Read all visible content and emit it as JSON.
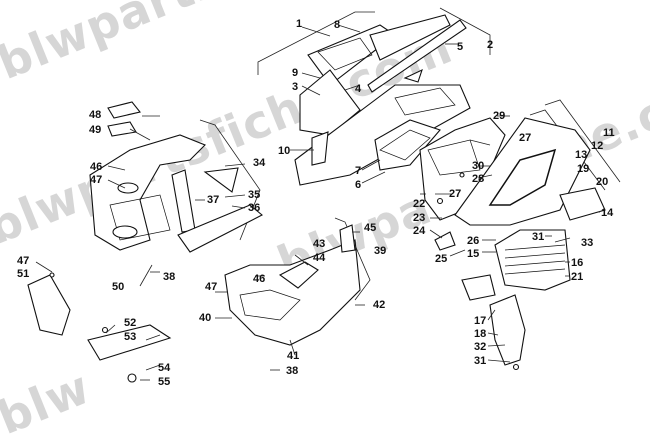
{
  "watermarks": [
    "blwpartsfiche.com",
    "blwpartsfiche.com",
    "blwpartsfiche.com",
    "blw"
  ],
  "callouts": [
    {
      "id": "1",
      "text": "1"
    },
    {
      "id": "2",
      "text": "2"
    },
    {
      "id": "3",
      "text": "3"
    },
    {
      "id": "4",
      "text": "4"
    },
    {
      "id": "5",
      "text": "5"
    },
    {
      "id": "6",
      "text": "6"
    },
    {
      "id": "7",
      "text": "7"
    },
    {
      "id": "8",
      "text": "8"
    },
    {
      "id": "9",
      "text": "9"
    },
    {
      "id": "10",
      "text": "10"
    },
    {
      "id": "11",
      "text": "11"
    },
    {
      "id": "12",
      "text": "12"
    },
    {
      "id": "13",
      "text": "13"
    },
    {
      "id": "14",
      "text": "14"
    },
    {
      "id": "15",
      "text": "15"
    },
    {
      "id": "16",
      "text": "16"
    },
    {
      "id": "17",
      "text": "17"
    },
    {
      "id": "18",
      "text": "18"
    },
    {
      "id": "19",
      "text": "19"
    },
    {
      "id": "20",
      "text": "20"
    },
    {
      "id": "21",
      "text": "21"
    },
    {
      "id": "22",
      "text": "22"
    },
    {
      "id": "23",
      "text": "23"
    },
    {
      "id": "24",
      "text": "24"
    },
    {
      "id": "25",
      "text": "25"
    },
    {
      "id": "26",
      "text": "26"
    },
    {
      "id": "27a",
      "text": "27"
    },
    {
      "id": "27b",
      "text": "27"
    },
    {
      "id": "28",
      "text": "28"
    },
    {
      "id": "29",
      "text": "29"
    },
    {
      "id": "30",
      "text": "30"
    },
    {
      "id": "31a",
      "text": "31"
    },
    {
      "id": "31b",
      "text": "31"
    },
    {
      "id": "32",
      "text": "32"
    },
    {
      "id": "33",
      "text": "33"
    },
    {
      "id": "34",
      "text": "34"
    },
    {
      "id": "35",
      "text": "35"
    },
    {
      "id": "36",
      "text": "36"
    },
    {
      "id": "37",
      "text": "37"
    },
    {
      "id": "38a",
      "text": "38"
    },
    {
      "id": "38b",
      "text": "38"
    },
    {
      "id": "39",
      "text": "39"
    },
    {
      "id": "40",
      "text": "40"
    },
    {
      "id": "41",
      "text": "41"
    },
    {
      "id": "42",
      "text": "42"
    },
    {
      "id": "43",
      "text": "43"
    },
    {
      "id": "44",
      "text": "44"
    },
    {
      "id": "45",
      "text": "45"
    },
    {
      "id": "46a",
      "text": "46"
    },
    {
      "id": "46b",
      "text": "46"
    },
    {
      "id": "47a",
      "text": "47"
    },
    {
      "id": "47b",
      "text": "47"
    },
    {
      "id": "47c",
      "text": "47"
    },
    {
      "id": "48",
      "text": "48"
    },
    {
      "id": "49",
      "text": "49"
    },
    {
      "id": "50",
      "text": "50"
    },
    {
      "id": "51",
      "text": "51"
    },
    {
      "id": "52",
      "text": "52"
    },
    {
      "id": "53",
      "text": "53"
    },
    {
      "id": "54",
      "text": "54"
    },
    {
      "id": "55",
      "text": "55"
    }
  ]
}
